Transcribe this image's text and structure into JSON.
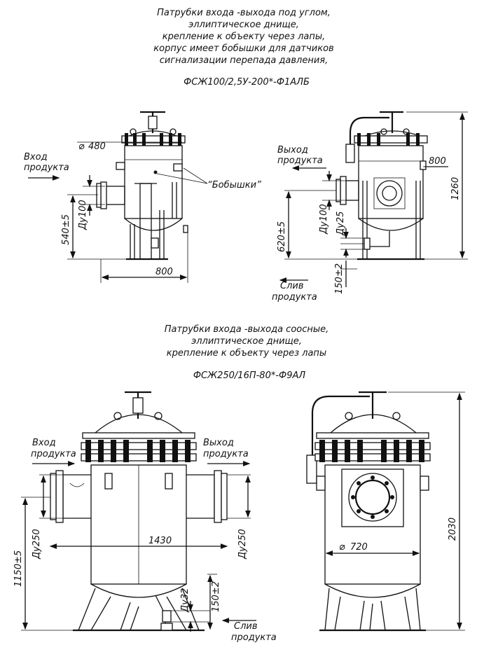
{
  "top": {
    "caption_lines": [
      "Патрубки входа -выхода под углом,",
      "эллиптическое днище,",
      "крепление к объекту через лапы,",
      "корпус имеет бобышки для датчиков",
      "сигнализации перепада давления,"
    ],
    "model": "ФСЖ100/2,5У-200*-Ф1АЛБ",
    "left_view": {
      "inlet_label_1": "Вход",
      "inlet_label_2": "продукта",
      "diameter": "480",
      "bosses_label": "“Бобышки”",
      "nozzle": "Ду100",
      "height": "540±5",
      "width": "800"
    },
    "right_view": {
      "outlet_label_1": "Выход",
      "outlet_label_2": "продукта",
      "nozzle": "Ду100",
      "height": "620±5",
      "drain_nozzle": "Ду25",
      "drain_height": "150±2",
      "depth": "800",
      "total_height": "1260",
      "drain_label_1": "Слив",
      "drain_label_2": "продукта"
    }
  },
  "bottom": {
    "caption_lines": [
      "Патрубки входа -выхода соосные,",
      "эллиптическое днище,",
      "крепление к объекту через лапы"
    ],
    "model": "ФСЖ250/16П-80*-Ф9АЛ",
    "front_view": {
      "inlet_label_1": "Вход",
      "inlet_label_2": "продукта",
      "outlet_label_1": "Выход",
      "outlet_label_2": "продукта",
      "left_nozzle": "Ду250",
      "right_nozzle": "Ду250",
      "height": "1150±5",
      "width": "1430",
      "drain_nozzle": "Ду32",
      "drain_height": "150±2",
      "drain_label_1": "Слив",
      "drain_label_2": "продукта"
    },
    "side_view": {
      "diameter": "720",
      "total_height": "2030"
    }
  }
}
